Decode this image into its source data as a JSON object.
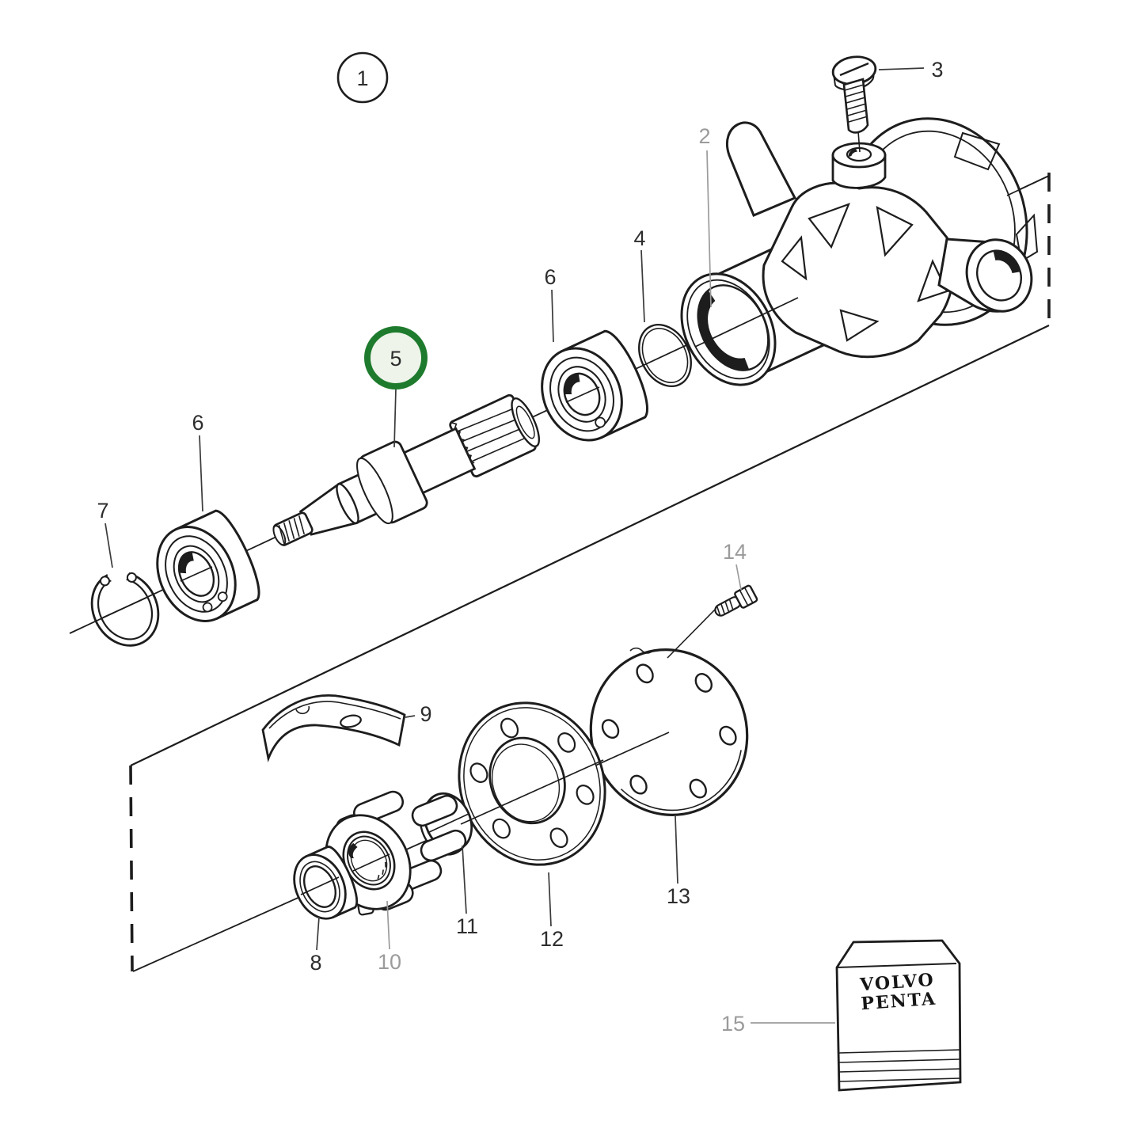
{
  "diagram": {
    "type": "exploded-parts-drawing",
    "subject": "raw water pump exploded view",
    "colors": {
      "paper": "#ffffff",
      "line": "#1d1d1d",
      "label": "#2d2d2d",
      "muted_label": "#9b9b9b",
      "highlight_ring": "#1e7b2d",
      "highlight_fill": "#eef4ea"
    },
    "callouts": [
      {
        "n": "1",
        "style": "balloon"
      },
      {
        "n": "2",
        "style": "muted"
      },
      {
        "n": "3",
        "style": "plain"
      },
      {
        "n": "4",
        "style": "plain"
      },
      {
        "n": "5",
        "style": "highlighted"
      },
      {
        "n": "6",
        "style": "plain"
      },
      {
        "n": "6",
        "style": "plain"
      },
      {
        "n": "7",
        "style": "plain"
      },
      {
        "n": "8",
        "style": "plain"
      },
      {
        "n": "9",
        "style": "plain"
      },
      {
        "n": "10",
        "style": "muted"
      },
      {
        "n": "11",
        "style": "plain"
      },
      {
        "n": "12",
        "style": "plain"
      },
      {
        "n": "13",
        "style": "plain"
      },
      {
        "n": "14",
        "style": "muted"
      },
      {
        "n": "15",
        "style": "muted"
      }
    ],
    "kit_box": {
      "brand_line1": "VOLVO",
      "brand_line2": "PENTA"
    }
  }
}
